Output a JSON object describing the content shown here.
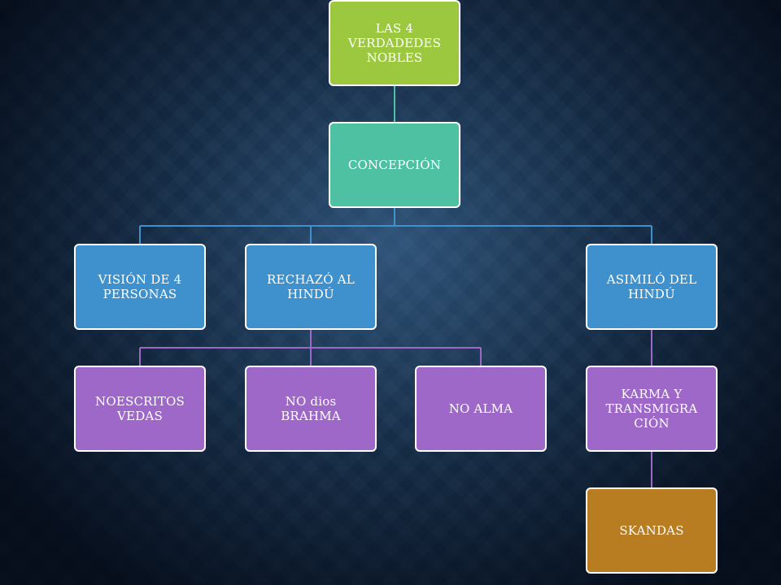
{
  "diagram": {
    "root": {
      "label": "LAS 4\nVERDADEDES\nNOBLES"
    },
    "concept": {
      "label": "CONCEPCIÓN"
    },
    "level2": [
      {
        "label": "VISIÓN  DE 4\nPERSONAS"
      },
      {
        "label": "RECHAZÓ AL\nHINDÚ"
      },
      {
        "label": "ASIMILÓ DEL\nHINDÚ"
      }
    ],
    "level3": [
      {
        "label": "NOESCRITOS\nVEDAS"
      },
      {
        "label": "NO dios\nBRAHMA"
      },
      {
        "label": "NO ALMA"
      },
      {
        "label": "KARMA Y\nTRANSMIGRA\nCIÓN"
      }
    ],
    "level4": [
      {
        "label": "SKANDAS"
      }
    ],
    "colors": {
      "root": "#9cc83f",
      "concept": "#4ec1a2",
      "level2": "#3e91cc",
      "level3": "#9e68c9",
      "level4": "#b87c21",
      "connector_teal": "#4ec1a2",
      "connector_blue": "#3e91cc",
      "connector_purple": "#9e68c9"
    }
  }
}
